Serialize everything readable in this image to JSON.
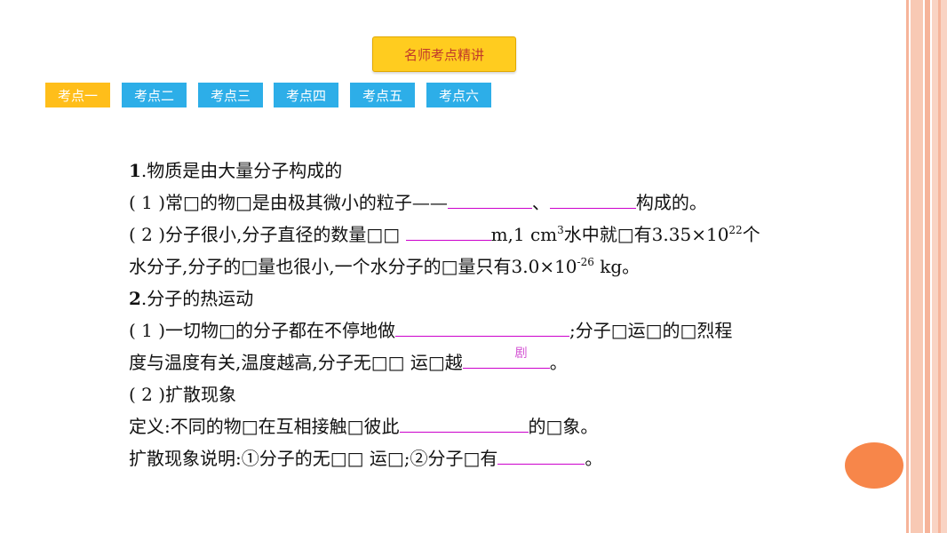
{
  "header": {
    "title": "名师考点精讲"
  },
  "tabs": [
    "考点一",
    "考点二",
    "考点三",
    "考点四",
    "考点五",
    "考点六"
  ],
  "content": {
    "h1_num": "1",
    "h1_text": ".物质是由大量分子构成的",
    "l1_pre": "(  1  )常□的物□是由极其微小的粒子——",
    "l1_sep": "、",
    "l1_post": "构成的。",
    "l2_pre": "(  2  )分子很小,分子直径的数量□□ ",
    "l2_mid": "m,1 cm",
    "l2_sup1": "3",
    "l2_mid2": "水中就□有3.35×10",
    "l2_sup2": "22",
    "l2_post": "个",
    "l3_pre": "水分子,分子的□量也很小,一个水分子的□量只有3.0×10",
    "l3_sup": "-26",
    "l3_post": " kg。",
    "h2_num": "2",
    "h2_text": ".分子的热运动",
    "l4_pre": "(  1  )一切物□的分子都在不停地做",
    "l4_post": ";分子□运□的□烈程",
    "l5_pre": "度与温度有关,温度越高,分子无□□ 运□越",
    "l5_ghost": "剧",
    "l5_post": "。",
    "l6": "(  2  )扩散现象",
    "l7_pre": "定义:不同的物□在互相接触□彼此",
    "l7_post": "的□象。",
    "l8_pre": "扩散现象说明:①分子的无□□ 运□;②分子□有",
    "l8_post": "。"
  }
}
